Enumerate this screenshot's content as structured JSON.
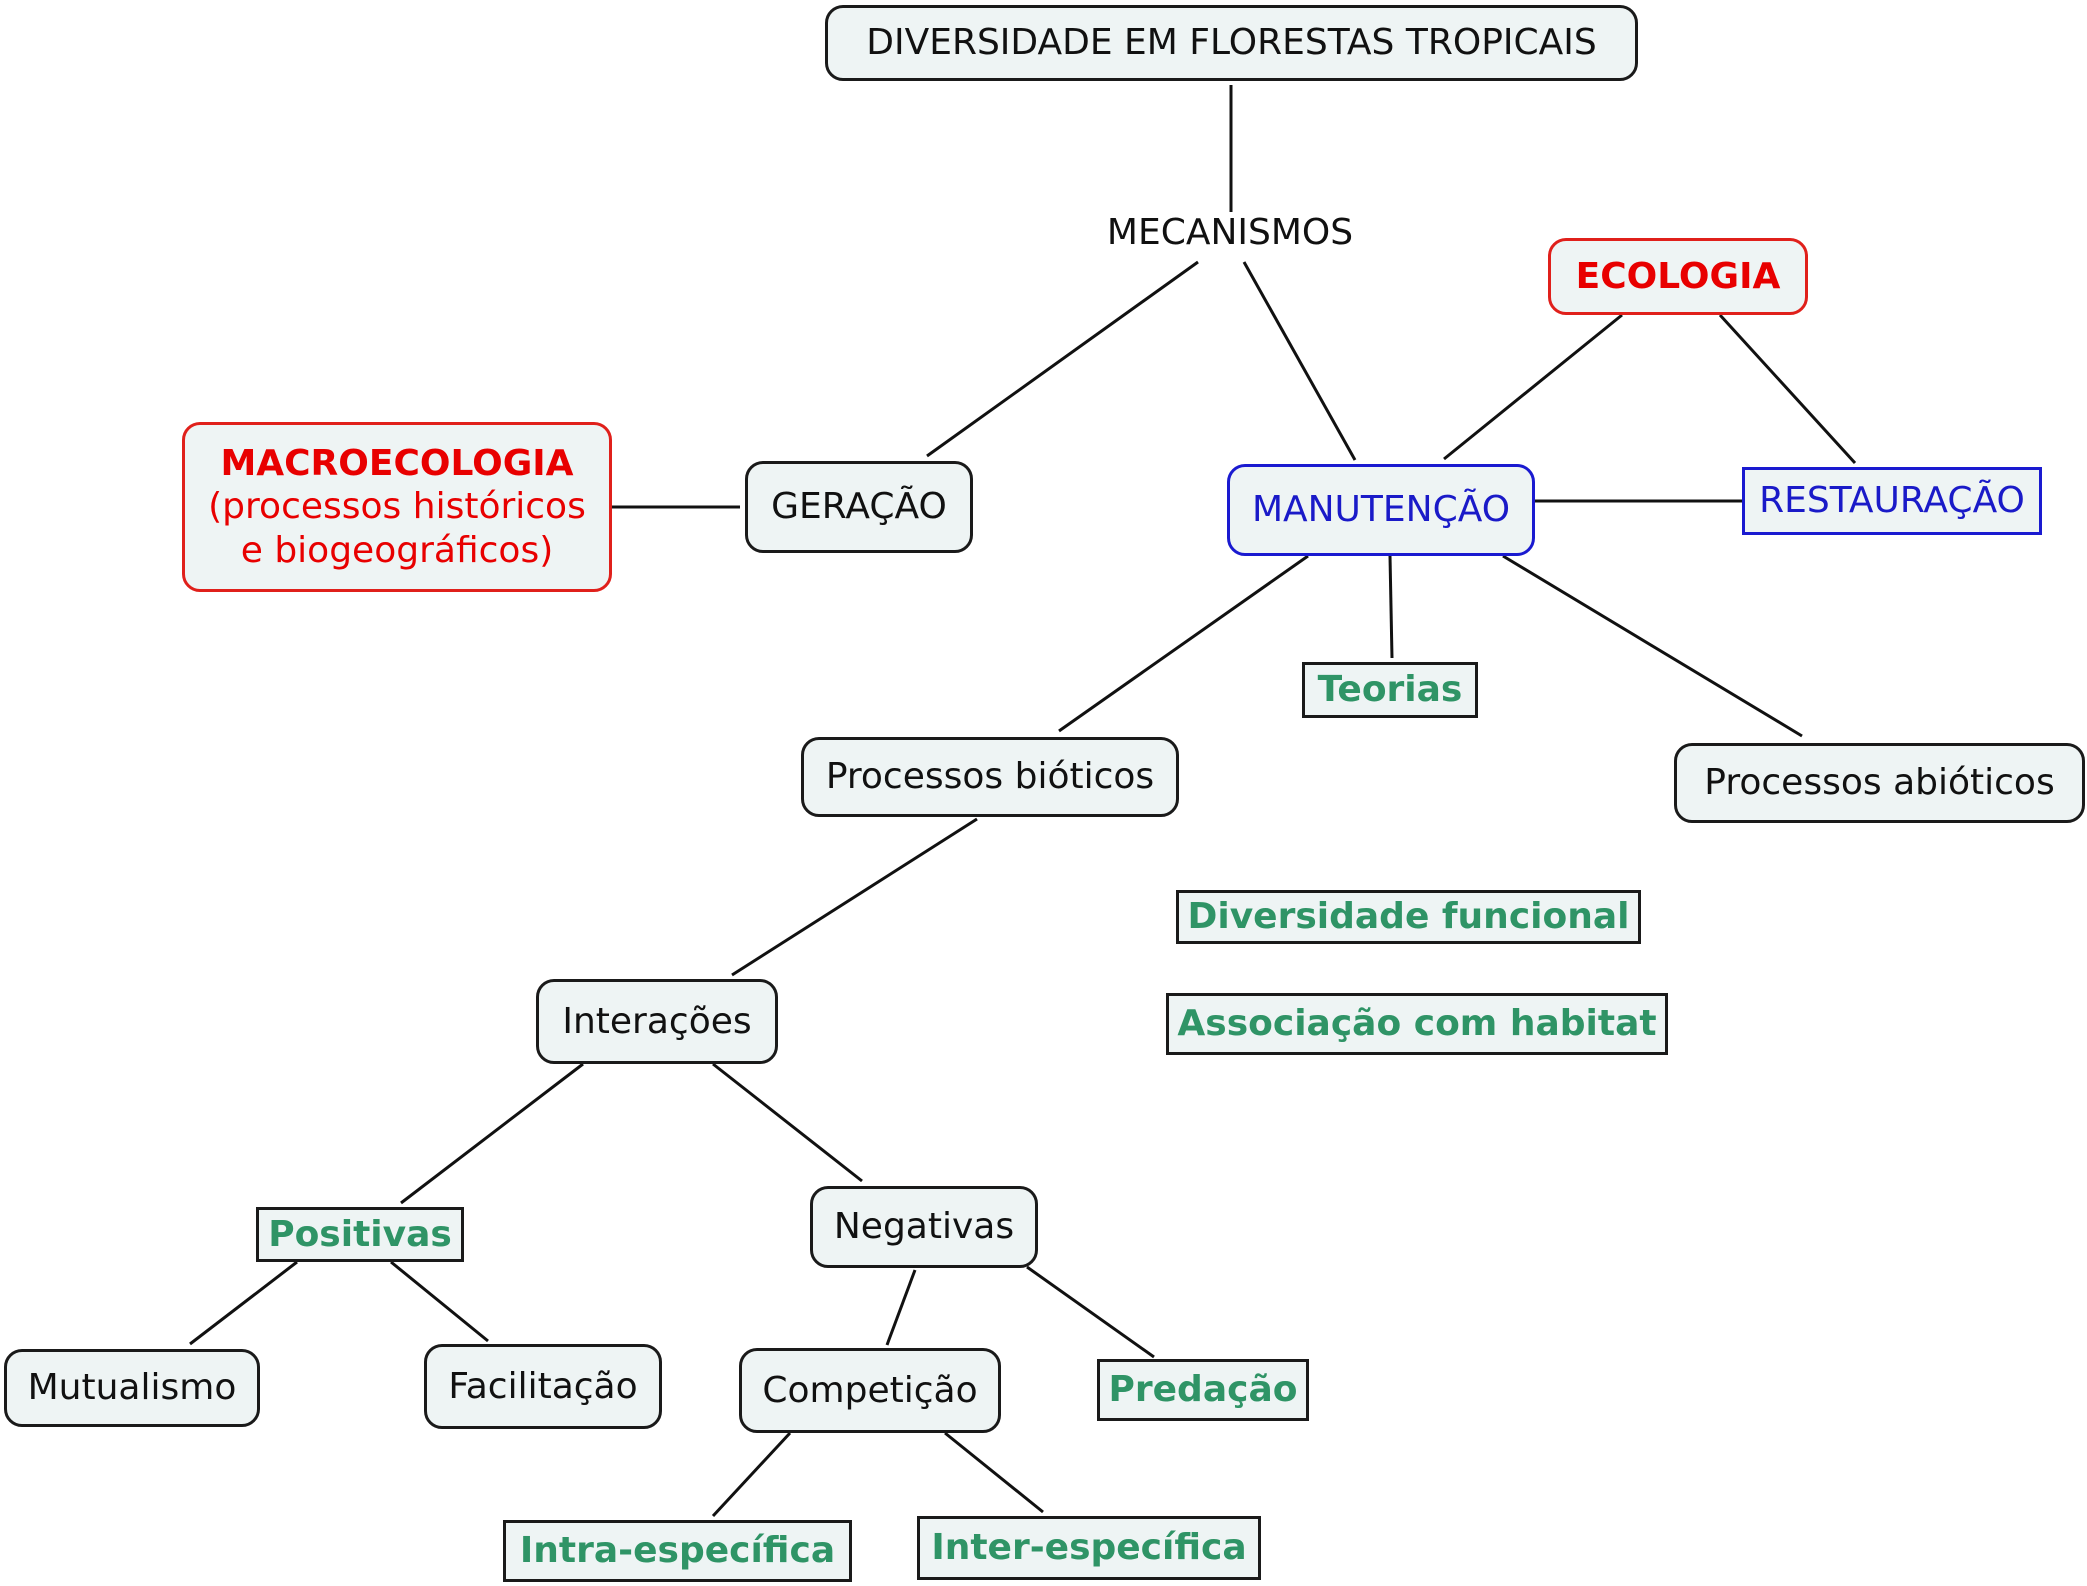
{
  "title": "DIVERSIDADE EM FLORESTAS TROPICAIS",
  "mecanismos": "MECANISMOS",
  "ecologia": "ECOLOGIA",
  "macroecologia": {
    "title": "MACROECOLOGIA",
    "line1": "(processos históricos",
    "line2": "e biogeográficos)"
  },
  "geracao": "GERAÇÃO",
  "manutencao": "MANUTENÇÃO",
  "restauracao": "RESTAURAÇÃO",
  "teorias": "Teorias",
  "processos_bioticos": "Processos bióticos",
  "processos_abioticos": "Processos abióticos",
  "diversidade_funcional": "Diversidade funcional",
  "associacao_habitat": "Associação com habitat",
  "interacoes": "Interações",
  "positivas": "Positivas",
  "negativas": "Negativas",
  "mutualismo": "Mutualismo",
  "facilitacao": "Facilitação",
  "competicao": "Competição",
  "predacao": "Predação",
  "intra_especifica": "Intra-específica",
  "inter_especifica": "Inter-específica",
  "colors": {
    "red": "#e80000",
    "blue": "#1a1ac8",
    "green": "#2f9466",
    "node_fill": "#eef4f4"
  }
}
